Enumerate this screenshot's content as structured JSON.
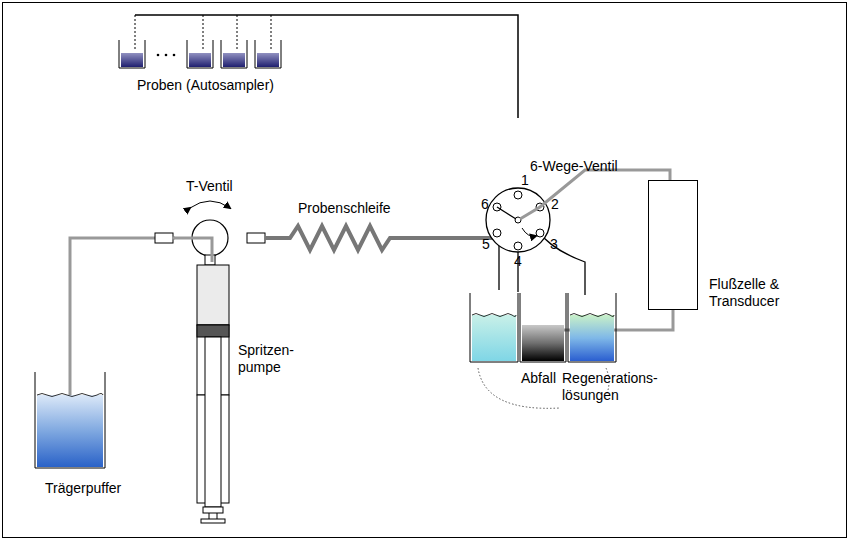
{
  "diagram": {
    "nodes": [
      {
        "text": [
          "Flußzelle & Transducer"
        ]
      }
    ],
    "labels": [
      "Proben (Autosampler)",
      "6-Wege-Ventil",
      "1",
      "2",
      "3",
      "4",
      "5",
      "6",
      "T-Ventil",
      "Probenschleife",
      "Spritzen- pumpe",
      "Trägerpuffer",
      "Abfall",
      "Regenerations- lösungen"
    ]
  }
}
